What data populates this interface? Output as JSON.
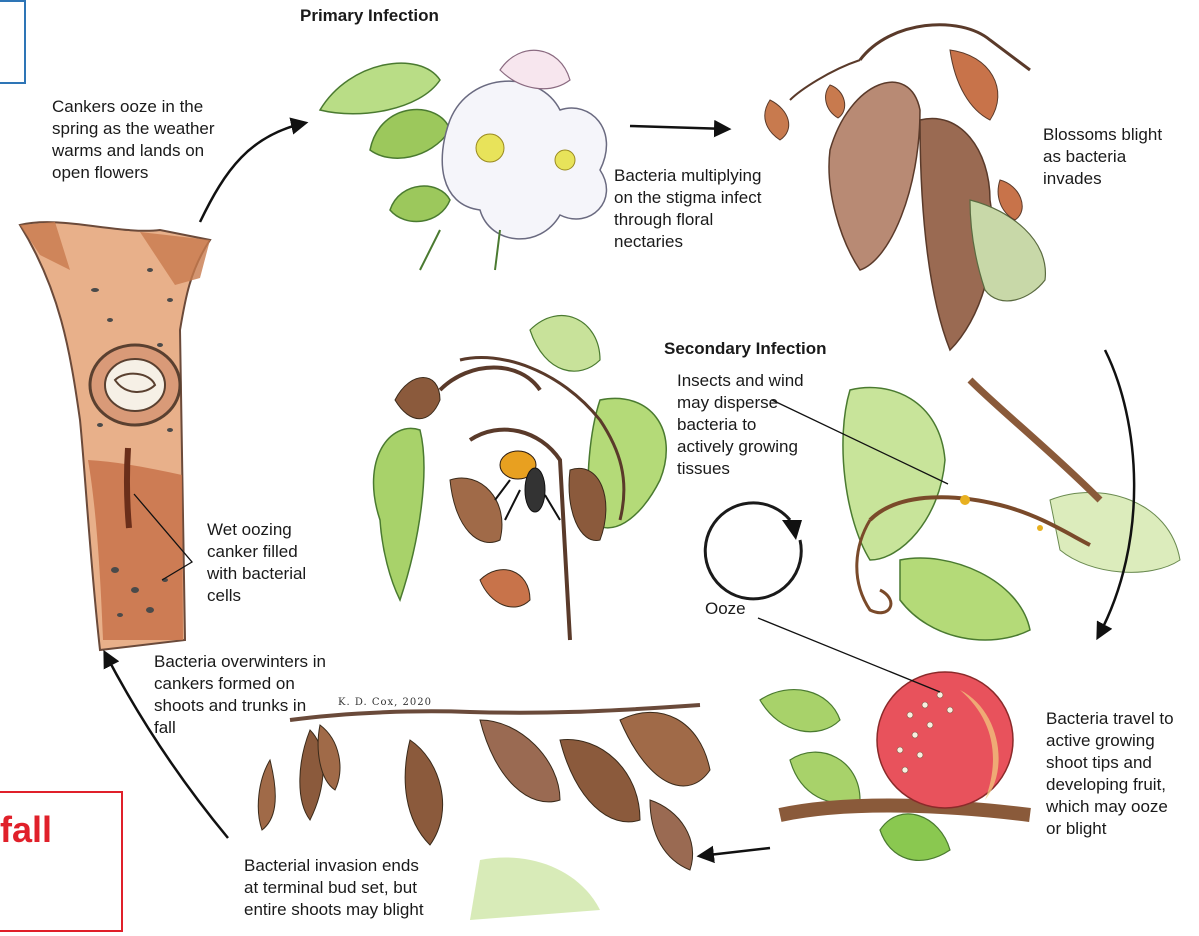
{
  "titles": {
    "primary": "Primary Infection",
    "secondary": "Secondary Infection"
  },
  "slide_label": "fall",
  "signature": "K. D. Cox, 2020",
  "labels": {
    "cankers_ooze": "Cankers ooze in the\nspring as the weather\nwarms and lands on\nopen flowers",
    "bacteria_multiplying": "Bacteria multiplying\non the stigma infect\nthrough floral\nnectaries",
    "blossoms_blight": "Blossoms blight\nas bacteria\ninvades",
    "insects_wind": "Insects and wind\nmay disperse\nbacteria to\nactively growing\ntissues",
    "ooze": "Ooze",
    "wet_oozing": "Wet oozing\ncanker filled\nwith bacterial\ncells",
    "overwinters": "Bacteria overwinters in\ncankers formed on\nshoots and trunks in\nfall",
    "travel": "Bacteria travel to\nactive growing\nshoot tips and\ndeveloping fruit,\nwhich may ooze\nor blight",
    "invasion_ends": "Bacterial invasion ends\nat terminal bud set, but\nentire shoots may blight"
  },
  "colors": {
    "bark": "#c87a4e",
    "leaf": "#a8d26a",
    "dead_leaf": "#8b5a3c",
    "apple": "#e8505a",
    "arrow": "#111111",
    "frame_blue": "#2e75b6",
    "frame_red": "#e0202a"
  }
}
